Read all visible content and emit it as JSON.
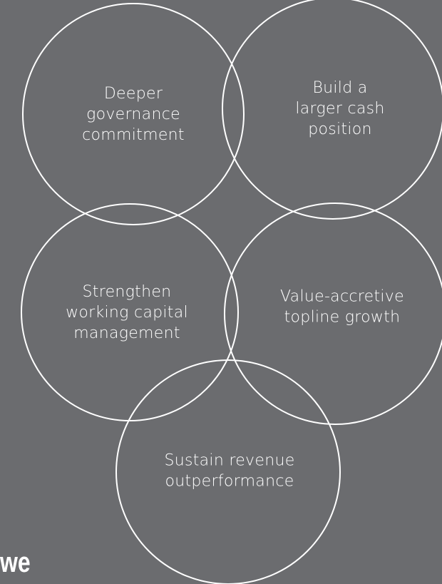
{
  "nodes": [
    {
      "id": "governance",
      "lines": [
        "Deeper",
        "governance",
        "commitment"
      ]
    },
    {
      "id": "cash",
      "lines": [
        "Build a",
        "larger cash",
        "position"
      ]
    },
    {
      "id": "working-capital",
      "lines": [
        "Strengthen",
        "working capital",
        "management"
      ]
    },
    {
      "id": "topline",
      "lines": [
        "Value-accretive",
        "topline growth"
      ]
    },
    {
      "id": "revenue",
      "lines": [
        "Sustain revenue",
        "outperformance"
      ]
    }
  ],
  "brand_fragment": "we",
  "colors": {
    "background": "#6b6c6f",
    "stroke": "#ffffff",
    "text": "#ffffff"
  }
}
